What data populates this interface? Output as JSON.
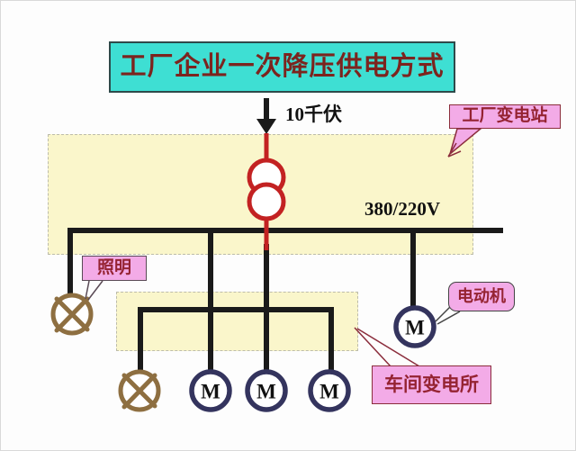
{
  "title": "工厂企业一次降压供电方式",
  "labels": {
    "incoming_voltage": "10千伏",
    "secondary_voltage": "380/220V"
  },
  "callouts": {
    "factory_substation": "工厂变电站",
    "lighting": "照明",
    "motor": "电动机",
    "workshop_substation": "车间变电所"
  },
  "symbols": {
    "motor_label": "M",
    "transformer": "two-winding-transformer-icon",
    "lamp": "lamp-cross-icon",
    "supply_arrow": "down-arrow-icon"
  },
  "colors": {
    "title_background": "#3edfd3",
    "title_text": "#7c241e",
    "callout_background": "#f3abe7",
    "callout_text": "#952332",
    "substation_area": "#faf6cb",
    "hv_line_red": "#c32222",
    "wire_black": "#1a1a1a",
    "motor_ring_navy": "#34345e",
    "lamp_brown": "#8e6f41"
  }
}
